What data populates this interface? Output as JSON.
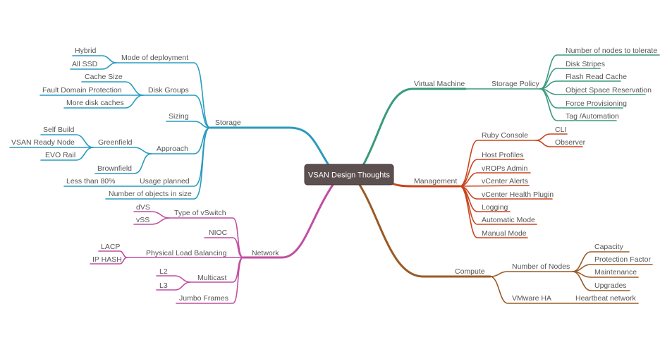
{
  "center": "VSAN Design Thoughts",
  "colors": {
    "storage": "#2a9bbf",
    "virtual_machine": "#3a9a7e",
    "management": "#c8451f",
    "compute": "#9a5a25",
    "network": "#c04fa0",
    "center": "#5c4f4f"
  },
  "storage": {
    "label": "Storage",
    "mode": {
      "label": "Mode of deployment",
      "children": [
        "Hybrid",
        "All SSD"
      ]
    },
    "disk_groups": {
      "label": "Disk  Groups",
      "children": [
        "Cache  Size",
        "Fault Domain Protection",
        "More disk caches"
      ]
    },
    "sizing": "Sizing",
    "approach": {
      "label": "Approach",
      "greenfield": {
        "label": "Greenfield",
        "children": [
          "Self Build",
          "VSAN Ready Node",
          "EVO Rail"
        ]
      },
      "brownfield": "Brownfield"
    },
    "usage": {
      "label": "Usage planned",
      "children": [
        "Less than 80%"
      ]
    },
    "objects": "Number of objects in size"
  },
  "virtual_machine": {
    "label": "Virtual Machine",
    "policy": {
      "label": "Storage Policy",
      "children": [
        "Number of nodes to tolerate",
        "Disk Stripes",
        "Flash Read Cache",
        "Object Space Reservation",
        "Force Provisioning",
        "Tag /Automation"
      ]
    }
  },
  "management": {
    "label": "Management",
    "ruby": {
      "label": "Ruby Console",
      "children": [
        "CLI",
        "Observer"
      ]
    },
    "children": [
      "Host Profiles",
      "vROPs Admin",
      "vCenter Alerts",
      "vCenter Health Plugin",
      "Logging",
      "Automatic Mode",
      "Manual Mode"
    ]
  },
  "compute": {
    "label": "Compute",
    "nodes": {
      "label": "Number of Nodes",
      "children": [
        "Capacity",
        "Protection Factor",
        "Maintenance",
        "Upgrades"
      ]
    },
    "ha": {
      "label": "VMware HA",
      "children": [
        "Heartbeat network"
      ]
    }
  },
  "network": {
    "label": "Network",
    "vswitch": {
      "label": "Type of vSwitch",
      "children": [
        "dVS",
        "vSS"
      ]
    },
    "nioc": "NIOC",
    "plb": {
      "label": "Physical Load Balancing",
      "children": [
        "LACP",
        "IP HASH"
      ]
    },
    "multicast": {
      "label": "Multicast",
      "children": [
        "L2",
        "L3"
      ]
    },
    "jumbo": "Jumbo Frames"
  }
}
